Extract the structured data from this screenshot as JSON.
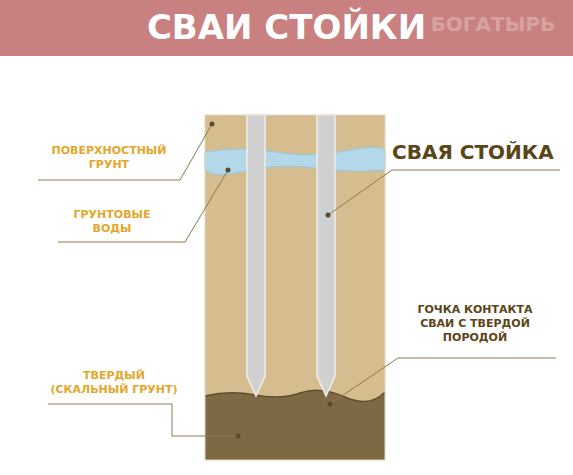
{
  "diagram": {
    "title": "СВАИ СТОЙКИ",
    "labels": [
      "ПОВЕРХНОСТНЫЙ ГРУНТ",
      "ГРУНТОВЫЕ ВОДЫ",
      "ТВЕРДЫЙ (СКАЛЬНЫЙ ГРУНТ)",
      "СВАЯ СТОЙКА",
      "ГОЧКА КОНТАКТА СВАИ С ТВЕРДОЙ ПОРОДОЙ",
      "БОГАТЫРЬ"
    ]
  }
}
